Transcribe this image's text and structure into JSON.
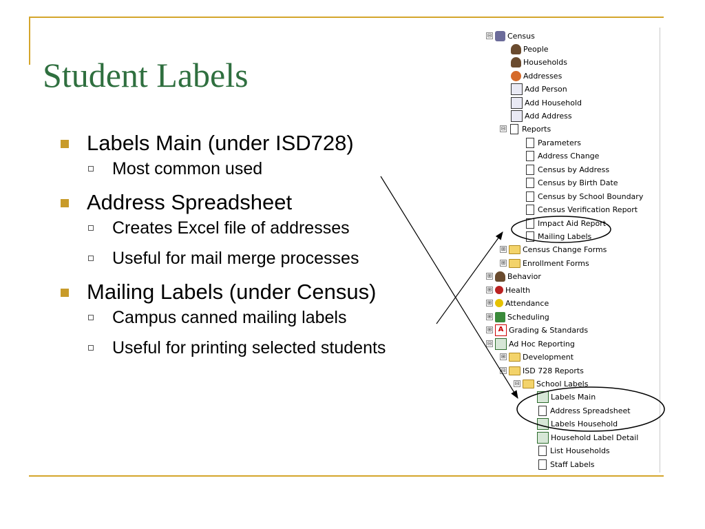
{
  "title": "Student Labels",
  "bullets": [
    {
      "text": "Labels Main (under ISD728)",
      "sub": [
        "Most common used"
      ]
    },
    {
      "text": "Address Spreadsheet",
      "sub": [
        "Creates Excel file of addresses",
        "Useful for mail merge processes"
      ]
    },
    {
      "text": "Mailing Labels (under Census)",
      "sub": [
        "Campus canned mailing labels",
        "Useful for printing selected students"
      ]
    }
  ],
  "tree": [
    {
      "label": "Census",
      "icon": "census-icon",
      "exp": "⊟"
    },
    {
      "label": "People",
      "icon": "person-icon"
    },
    {
      "label": "Households",
      "icon": "person-icon"
    },
    {
      "label": "Addresses",
      "icon": "house-icon"
    },
    {
      "label": "Add Person",
      "icon": "form-icon"
    },
    {
      "label": "Add Household",
      "icon": "form-icon"
    },
    {
      "label": "Add Address",
      "icon": "form-icon"
    },
    {
      "label": "Reports",
      "icon": "document-icon",
      "exp": "⊟"
    },
    {
      "label": "Parameters",
      "icon": "document-icon"
    },
    {
      "label": "Address Change",
      "icon": "document-icon"
    },
    {
      "label": "Census by Address",
      "icon": "document-icon"
    },
    {
      "label": "Census by Birth Date",
      "icon": "document-icon"
    },
    {
      "label": "Census by School Boundary",
      "icon": "document-icon"
    },
    {
      "label": "Census Verification Report",
      "icon": "document-icon"
    },
    {
      "label": "Impact Aid Report",
      "icon": "document-icon"
    },
    {
      "label": "Mailing Labels",
      "icon": "document-icon"
    },
    {
      "label": "Census Change Forms",
      "icon": "folder-icon",
      "exp": "⊞"
    },
    {
      "label": "Enrollment Forms",
      "icon": "folder-icon",
      "exp": "⊞"
    },
    {
      "label": "Behavior",
      "icon": "person-icon",
      "exp": "⊞"
    },
    {
      "label": "Health",
      "icon": "health-icon",
      "exp": "⊞"
    },
    {
      "label": "Attendance",
      "icon": "sun-icon",
      "exp": "⊞"
    },
    {
      "label": "Scheduling",
      "icon": "schedule-icon",
      "exp": "⊞"
    },
    {
      "label": "Grading & Standards",
      "icon": "grade-icon",
      "exp": "⊞"
    },
    {
      "label": "Ad Hoc Reporting",
      "icon": "chart-icon",
      "exp": "⊟"
    },
    {
      "label": "Development",
      "icon": "folder-icon",
      "exp": "⊞"
    },
    {
      "label": "ISD 728 Reports",
      "icon": "folder-icon",
      "exp": "⊟"
    },
    {
      "label": "School Labels",
      "icon": "folder-icon",
      "exp": "⊟"
    },
    {
      "label": "Labels Main",
      "icon": "chart-icon"
    },
    {
      "label": "Address Spreadsheet",
      "icon": "document-icon"
    },
    {
      "label": "Labels Household",
      "icon": "chart-icon"
    },
    {
      "label": "Household Label Detail",
      "icon": "chart-icon"
    },
    {
      "label": "List Households",
      "icon": "document-icon"
    },
    {
      "label": "Staff Labels",
      "icon": "document-icon"
    }
  ],
  "colors": {
    "title": "#2f6f3f",
    "accent": "#c89b2a"
  }
}
